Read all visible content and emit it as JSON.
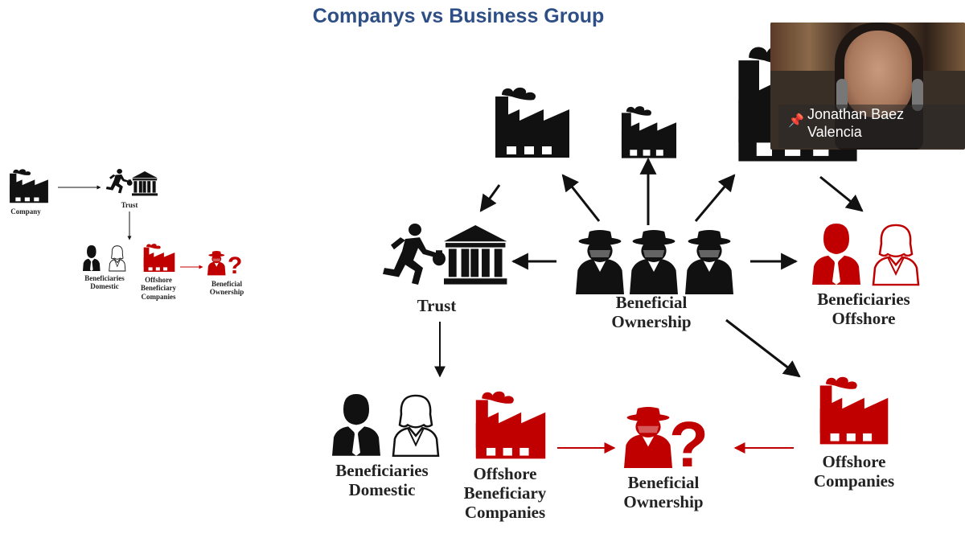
{
  "slide": {
    "title": "Companys vs Business Group",
    "small_diagram": {
      "company": "Company",
      "trust": "Trust",
      "beneficiaries_domestic": "Beneficiaries Domestic",
      "offshore_beneficiary_companies": "Offshore Beneficiary Companies",
      "beneficial_ownership": "Beneficial Ownership"
    },
    "main_diagram": {
      "trust": "Trust",
      "beneficial_ownership": "Beneficial Ownership",
      "beneficiaries_offshore": "Beneficiaries Offshore",
      "beneficiaries_domestic": "Beneficiaries Domestic",
      "offshore_beneficiary_companies": "Offshore Beneficiary Companies",
      "beneficial_ownership_bottom": "Beneficial Ownership",
      "offshore_companies": "Offshore Companies"
    }
  },
  "video_tile": {
    "participant_name": "Jonathan Baez Valencia",
    "pin_icon": "pin-icon"
  },
  "colors": {
    "title": "#2e4f86",
    "red": "#c00000",
    "black": "#111111"
  }
}
